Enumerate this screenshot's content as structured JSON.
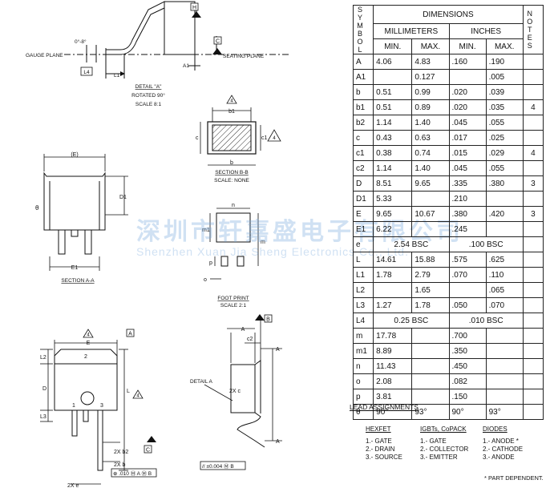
{
  "drawing": {
    "labels": {
      "gauge_plane": "GAUGE PLANE",
      "seating_plane": "SEATING PLANE",
      "angle_range": "0°-8°",
      "l4": "L4",
      "l1": "L1",
      "a1": "A1",
      "h": "H",
      "c": "C",
      "detail_title": "DETAIL \"A\"",
      "detail_rot": "ROTATED 90°",
      "detail_scale": "SCALE 8:1",
      "b1": "b1",
      "b": "b",
      "c_dim": "c",
      "c1": "c1",
      "four": "4",
      "section_bb": "SECTION B-B",
      "section_bb_scale": "SCALE: NONE",
      "e_paren": "(E)",
      "theta": "θ",
      "d1": "D1",
      "e1": "E1",
      "section_aa": "SECTION A-A",
      "n": "n",
      "m1": "m1",
      "m": "m",
      "p": "p",
      "o": "o",
      "foot_print": "FOOT PRINT",
      "foot_scale": "SCALE 2:1",
      "e": "E",
      "a_box": "A",
      "l2": "L2",
      "two": "2",
      "d": "D",
      "l": "L",
      "one": "1",
      "three": "3",
      "l3": "L3",
      "c_box": "C",
      "two_x_b2": "2X b2",
      "two_x_b": "2X b",
      "two_x_e": "2X e",
      "pos_tol": "⊕ .010 Ⓜ A Ⓜ B",
      "detail_a": "DETAIL A",
      "a_dim": "A",
      "c2": "c2",
      "b_box": "B",
      "two_x_c": "2X c",
      "flat_tol": "// ±0.004 Ⓜ B"
    }
  },
  "watermark": {
    "zh": "深圳市轩嘉盛电子有限公司",
    "en": "Shenzhen Xuan Jia Sheng Electronics Co., Ltd."
  },
  "table": {
    "symbol_header": "SYMBOL",
    "dimensions_header": "DIMENSIONS",
    "notes_header": "NOTES",
    "mm_header": "MILLIMETERS",
    "in_header": "INCHES",
    "min": "MIN.",
    "max": "MAX.",
    "rows": [
      {
        "sym": "A",
        "mm_min": "4.06",
        "mm_max": "4.83",
        "in_min": ".160",
        "in_max": ".190",
        "note": ""
      },
      {
        "sym": "A1",
        "mm_min": "",
        "mm_max": "0.127",
        "in_min": "",
        "in_max": ".005",
        "note": ""
      },
      {
        "sym": "b",
        "mm_min": "0.51",
        "mm_max": "0.99",
        "in_min": ".020",
        "in_max": ".039",
        "note": ""
      },
      {
        "sym": "b1",
        "mm_min": "0.51",
        "mm_max": "0.89",
        "in_min": ".020",
        "in_max": ".035",
        "note": "4"
      },
      {
        "sym": "b2",
        "mm_min": "1.14",
        "mm_max": "1.40",
        "in_min": ".045",
        "in_max": ".055",
        "note": ""
      },
      {
        "sym": "c",
        "mm_min": "0.43",
        "mm_max": "0.63",
        "in_min": ".017",
        "in_max": ".025",
        "note": ""
      },
      {
        "sym": "c1",
        "mm_min": "0.38",
        "mm_max": "0.74",
        "in_min": ".015",
        "in_max": ".029",
        "note": "4"
      },
      {
        "sym": "c2",
        "mm_min": "1.14",
        "mm_max": "1.40",
        "in_min": ".045",
        "in_max": ".055",
        "note": ""
      },
      {
        "sym": "D",
        "mm_min": "8.51",
        "mm_max": "9.65",
        "in_min": ".335",
        "in_max": ".380",
        "note": "3"
      },
      {
        "sym": "D1",
        "mm_min": "5.33",
        "mm_max": "",
        "in_min": ".210",
        "in_max": "",
        "note": ""
      },
      {
        "sym": "E",
        "mm_min": "9.65",
        "mm_max": "10.67",
        "in_min": ".380",
        "in_max": ".420",
        "note": "3"
      },
      {
        "sym": "E1",
        "mm_min": "6.22",
        "mm_max": "",
        "in_min": ".245",
        "in_max": "",
        "note": ""
      },
      {
        "sym": "e",
        "span_mm": "2.54 BSC",
        "span_in": ".100 BSC",
        "note": ""
      },
      {
        "sym": "L",
        "mm_min": "14.61",
        "mm_max": "15.88",
        "in_min": ".575",
        "in_max": ".625",
        "note": ""
      },
      {
        "sym": "L1",
        "mm_min": "1.78",
        "mm_max": "2.79",
        "in_min": ".070",
        "in_max": ".110",
        "note": ""
      },
      {
        "sym": "L2",
        "mm_min": "",
        "mm_max": "1.65",
        "in_min": "",
        "in_max": ".065",
        "note": ""
      },
      {
        "sym": "L3",
        "mm_min": "1.27",
        "mm_max": "1.78",
        "in_min": ".050",
        "in_max": ".070",
        "note": ""
      },
      {
        "sym": "L4",
        "span_mm": "0.25 BSC",
        "span_in": ".010 BSC",
        "note": ""
      },
      {
        "sym": "m",
        "mm_min": "17.78",
        "mm_max": "",
        "in_min": ".700",
        "in_max": "",
        "note": ""
      },
      {
        "sym": "m1",
        "mm_min": "8.89",
        "mm_max": "",
        "in_min": ".350",
        "in_max": "",
        "note": ""
      },
      {
        "sym": "n",
        "mm_min": "11.43",
        "mm_max": "",
        "in_min": ".450",
        "in_max": "",
        "note": ""
      },
      {
        "sym": "o",
        "mm_min": "2.08",
        "mm_max": "",
        "in_min": ".082",
        "in_max": "",
        "note": ""
      },
      {
        "sym": "p",
        "mm_min": "3.81",
        "mm_max": "",
        "in_min": ".150",
        "in_max": "",
        "note": ""
      },
      {
        "sym": "θ",
        "mm_min": "90°",
        "mm_max": "93°",
        "in_min": "90°",
        "in_max": "93°",
        "note": ""
      }
    ]
  },
  "lead_assignments": {
    "title": "LEAD ASSIGNMENTS",
    "columns": [
      {
        "header": "HEXFET",
        "items": [
          "1.- GATE",
          "2.- DRAIN",
          "3.- SOURCE"
        ]
      },
      {
        "header": "IGBTs, CoPACK",
        "items": [
          "1.- GATE",
          "2.- COLLECTOR",
          "3.- EMITTER"
        ]
      },
      {
        "header": "DIODES",
        "items": [
          "1.- ANODE *",
          "2.- CATHODE",
          "3.- ANODE"
        ]
      }
    ],
    "note": "* PART DEPENDENT."
  }
}
